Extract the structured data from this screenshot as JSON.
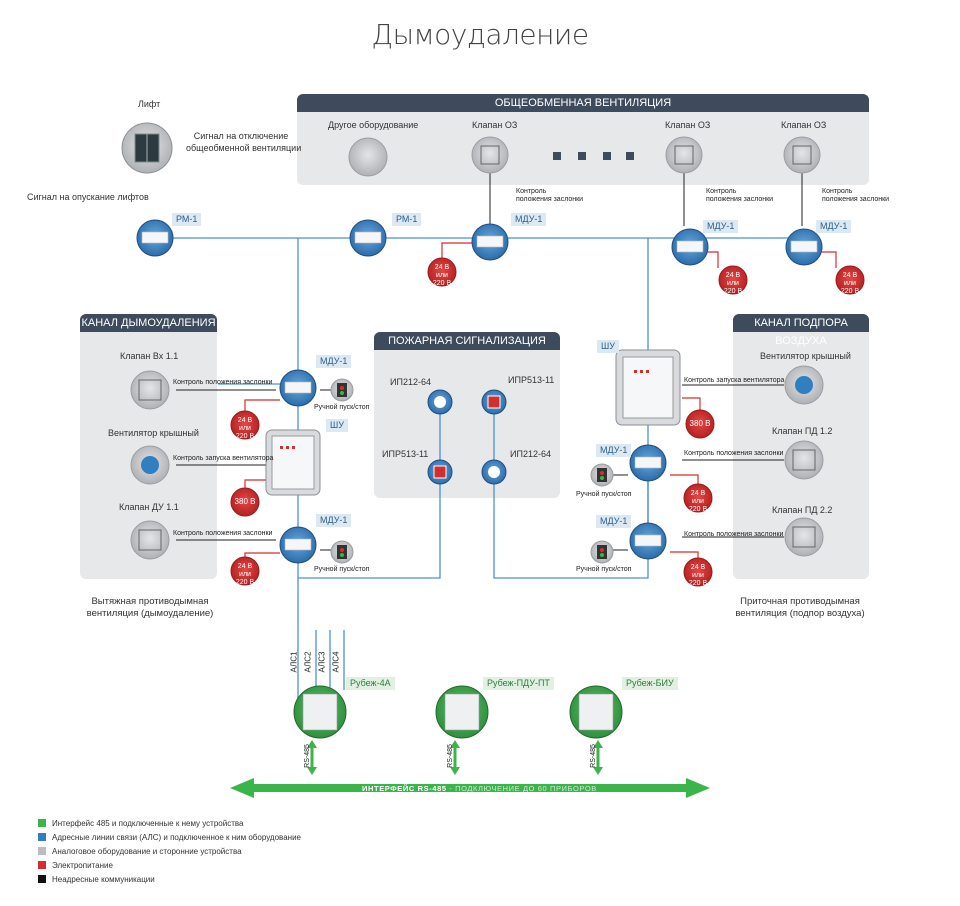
{
  "title": "Дымоудаление",
  "sections": {
    "general_ventilation": "ОБЩЕОБМЕННАЯ ВЕНТИЛЯЦИЯ",
    "smoke_channel": "КАНАЛ ДЫМОУДАЛЕНИЯ",
    "fire_alarm": "ПОЖАРНАЯ СИГНАЛИЗАЦИЯ",
    "air_supply_channel": "КАНАЛ ПОДПОРА ВОЗДУХА"
  },
  "top": {
    "lift": "Лифт",
    "signal_off": "Сигнал на отключение",
    "signal_off_2": "общеобменной вентиляции",
    "signal_lift": "Сигнал на опускание лифтов",
    "other_equipment": "Другое оборудование",
    "valve1": "Клапан ОЗ",
    "valve2": "Клапан ОЗ",
    "valve3": "Клапан ОЗ",
    "rm1a": "РМ-1",
    "rm1b": "РМ-1",
    "mdu_top1": "МДУ-1",
    "mdu_top2": "МДУ-1",
    "mdu_top3": "МДУ-1",
    "ctrl1": "Контроль",
    "ctrl1b": "положения заслонки",
    "ctrl2": "Контроль",
    "ctrl2b": "положения заслонки",
    "ctrl3": "Контроль",
    "ctrl3b": "положения заслонки"
  },
  "power": {
    "a": "24 В",
    "b": "или",
    "c": "220 В",
    "v380": "380 В"
  },
  "left": {
    "valve_in": "Клапан Вх 1.1",
    "fan_roof": "Вентилятор крышный",
    "valve_du": "Клапан ДУ 1.1",
    "ctrl_valve": "Контроль положения заслонки",
    "ctrl_fan": "Контроль запуска вентилятора",
    "ctrl_valve2": "Контроль положения заслонки",
    "mdu_a": "МДУ-1",
    "mdu_b": "МДУ-1",
    "shu": "ШУ",
    "manual_a": "Ручной пуск/стоп",
    "manual_b": "Ручной пуск/стоп",
    "caption_1": "Вытяжная противодымная",
    "caption_2": "вентиляция (дымоудаление)"
  },
  "center": {
    "ip212_a": "ИП212-64",
    "ipr513_a": "ИПР513-11",
    "ipr513_b": "ИПР513-11",
    "ip212_b": "ИП212-64"
  },
  "right": {
    "shu": "ШУ",
    "fan_roof": "Вентилятор крышный",
    "valve_pd12": "Клапан ПД 1.2",
    "valve_pd22": "Клапан ПД 2.2",
    "ctrl_fan": "Контроль запуска вентилятора",
    "ctrl_valve": "Контроль положения заслонки",
    "ctrl_valve2": "Контроль положения заслонки",
    "mdu_a": "МДУ-1",
    "mdu_b": "МДУ-1",
    "manual_a": "Ручной пуск/стоп",
    "manual_b": "Ручной пуск/стоп",
    "caption_1": "Приточная противодымная",
    "caption_2": "вентиляция (подпор воздуха)"
  },
  "bus": {
    "als1": "АЛС1",
    "als2": "АЛС2",
    "als3": "АЛС3",
    "als4": "АЛС4",
    "rubezh_4a": "Рубеж-4А",
    "rubezh_pdu": "Рубеж-ПДУ-ПТ",
    "rubezh_biu": "Рубеж-БИУ",
    "rs485": "RS-485",
    "interface_bold": "ИНТЕРФЕЙС RS-485",
    "interface_rest": " - ПОДКЛЮЧЕНИЕ ДО 60 ПРИБОРОВ"
  },
  "legend": [
    {
      "color": "#3bb54a",
      "text": "Интерфейс 485 и подключенные к нему устройства"
    },
    {
      "color": "#2f7fc1",
      "text": "Адресные линии связи (АЛС) и подключенное к ним оборудование"
    },
    {
      "color": "#b9bcc0",
      "text": "Аналоговое оборудование и сторонние устройства"
    },
    {
      "color": "#d32f2f",
      "text": "Электропитание"
    },
    {
      "color": "#111111",
      "text": "Неадресные коммуникации"
    }
  ]
}
